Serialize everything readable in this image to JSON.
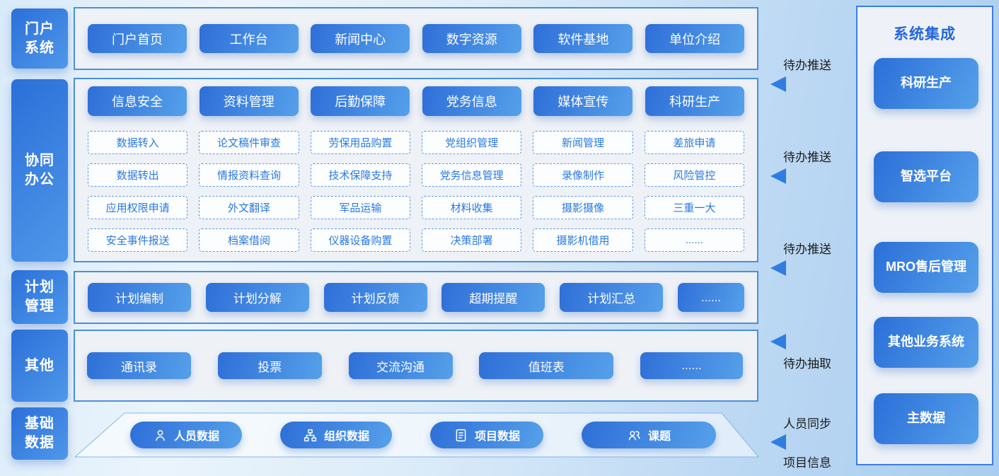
{
  "sidebar": [
    {
      "label": "门户\n系统"
    },
    {
      "label": "协同\n办公"
    },
    {
      "label": "计划\n管理"
    },
    {
      "label": "其他"
    },
    {
      "label": "基础\n数据"
    }
  ],
  "portal": {
    "buttons": [
      "门户首页",
      "工作台",
      "新闻中心",
      "数字资源",
      "软件基地",
      "单位介绍"
    ]
  },
  "collab": {
    "headers": [
      "信息安全",
      "资料管理",
      "后勤保障",
      "党务信息",
      "媒体宣传",
      "科研生产"
    ],
    "grid": [
      [
        "数据转入",
        "论文稿件审查",
        "劳保用品购置",
        "党组织管理",
        "新闻管理",
        "差旅申请"
      ],
      [
        "数据转出",
        "情报资料查询",
        "技术保障支持",
        "党务信息管理",
        "录像制作",
        "风险管控"
      ],
      [
        "应用权限申请",
        "外文翻译",
        "军品运输",
        "材料收集",
        "摄影摄像",
        "三重一大"
      ],
      [
        "安全事件报送",
        "档案借阅",
        "仪器设备购置",
        "决策部署",
        "摄影机借用",
        "......"
      ]
    ]
  },
  "plan": {
    "buttons": [
      "计划编制",
      "计划分解",
      "计划反馈",
      "超期提醒",
      "计划汇总",
      "......"
    ]
  },
  "other": {
    "buttons": [
      "通讯录",
      "投票",
      "交流沟通",
      "值班表",
      "......"
    ]
  },
  "base": {
    "pills": [
      {
        "icon": "person-icon",
        "label": "人员数据"
      },
      {
        "icon": "org-icon",
        "label": "组织数据"
      },
      {
        "icon": "document-icon",
        "label": "项目数据"
      },
      {
        "icon": "group-icon",
        "label": "课题"
      }
    ]
  },
  "flows": [
    {
      "label": "待办推送"
    },
    {
      "label": "待办推送"
    },
    {
      "label": "待办推送"
    },
    {
      "label": "待办抽取"
    },
    {
      "label_above": "人员同步",
      "label_below": "项目信息"
    }
  ],
  "integration": {
    "title": "系统集成",
    "items": [
      "科研生产",
      "智选平台",
      "MRO售后管理",
      "其他业务系统",
      "主数据"
    ]
  },
  "colors": {
    "accent": "#2f6fd8",
    "accent_light": "#55a0ea",
    "panel_border": "#4a90d9",
    "cell_text": "#2a7ae0",
    "flow_label_text": "#1c1c1c",
    "integration_title": "#2566da"
  }
}
